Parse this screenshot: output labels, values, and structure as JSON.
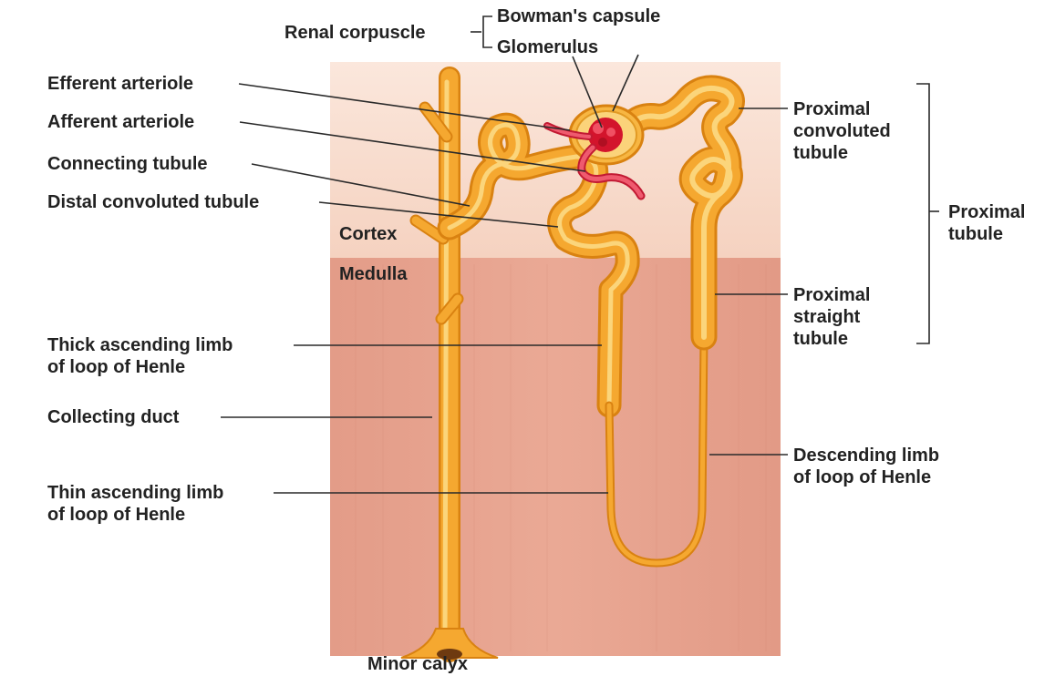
{
  "colors": {
    "background": "#ffffff",
    "cortex": "#f8dccd",
    "medulla": "#e7a592",
    "tubule_fill": "#f5a830",
    "tubule_edge": "#d98211",
    "tubule_highlight": "#fde08e",
    "vessel": "#e8354d",
    "glomerulus": "#d3142c",
    "label_text": "#222222"
  },
  "labels": {
    "renal_corpuscle": "Renal corpuscle",
    "bowmans_capsule": "Bowman's capsule",
    "glomerulus": "Glomerulus",
    "efferent_arteriole": "Efferent arteriole",
    "afferent_arteriole": "Afferent arteriole",
    "connecting_tubule": "Connecting tubule",
    "distal_convoluted_tubule": "Distal convoluted tubule",
    "cortex": "Cortex",
    "medulla": "Medulla",
    "thick_ascending_limb": [
      "Thick ascending limb",
      "of loop of Henle"
    ],
    "collecting_duct": "Collecting duct",
    "thin_ascending_limb": [
      "Thin ascending limb",
      "of loop of Henle"
    ],
    "minor_calyx": "Minor calyx",
    "proximal_convoluted_tubule": [
      "Proximal",
      "convoluted",
      "tubule"
    ],
    "proximal_tubule": [
      "Proximal",
      "tubule"
    ],
    "proximal_straight_tubule": [
      "Proximal",
      "straight",
      "tubule"
    ],
    "descending_limb": [
      "Descending limb",
      "of loop of Henle"
    ]
  }
}
